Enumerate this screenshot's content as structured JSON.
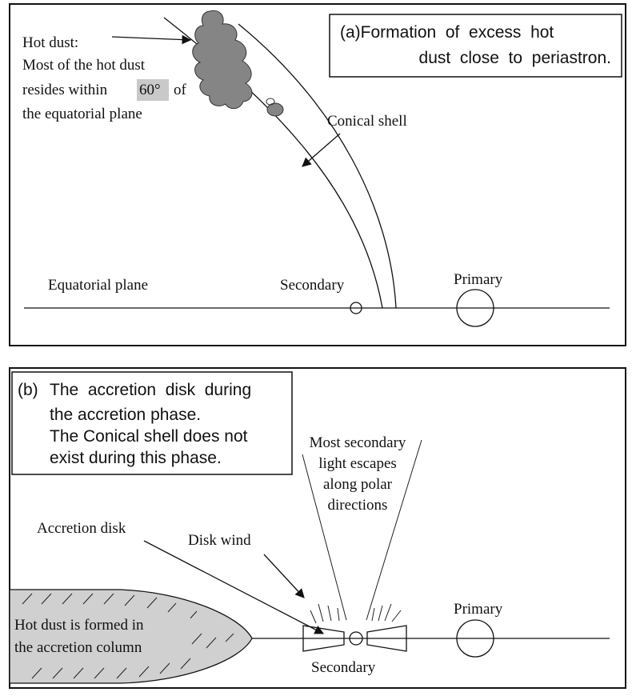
{
  "panel_a": {
    "caption": {
      "line1": "(a)Formation  of  excess  hot",
      "line2": "dust  close  to  periastron."
    },
    "hot_dust_label": {
      "line1": "Hot dust:",
      "line2": "Most of the hot dust",
      "line3_prefix": "resides within",
      "line3_highlight": "60°",
      "line3_suffix": "of",
      "line4": "the equatorial plane"
    },
    "conical_shell_label": "Conical shell",
    "equatorial_plane_label": "Equatorial plane",
    "secondary_label": "Secondary",
    "primary_label": "Primary"
  },
  "panel_b": {
    "caption": {
      "line1_prefix": "(b)",
      "line1": "The  accretion  disk  during",
      "line2": "the accretion phase.",
      "line3": "The Conical shell does not",
      "line4": "exist during this phase."
    },
    "polar_label": {
      "line1": "Most secondary",
      "line2": "light escapes",
      "line3": "along polar",
      "line4": "directions"
    },
    "accretion_disk_label": "Accretion disk",
    "disk_wind_label": "Disk wind",
    "hot_dust_label": {
      "line1": "Hot dust is formed in",
      "line2": "the accretion column"
    },
    "primary_label": "Primary",
    "secondary_label": "Secondary"
  },
  "colors": {
    "dust_cloud": "#858585",
    "dust_column": "#d0d0d0",
    "highlight": "#c9c9c9",
    "ink": "#111111"
  }
}
